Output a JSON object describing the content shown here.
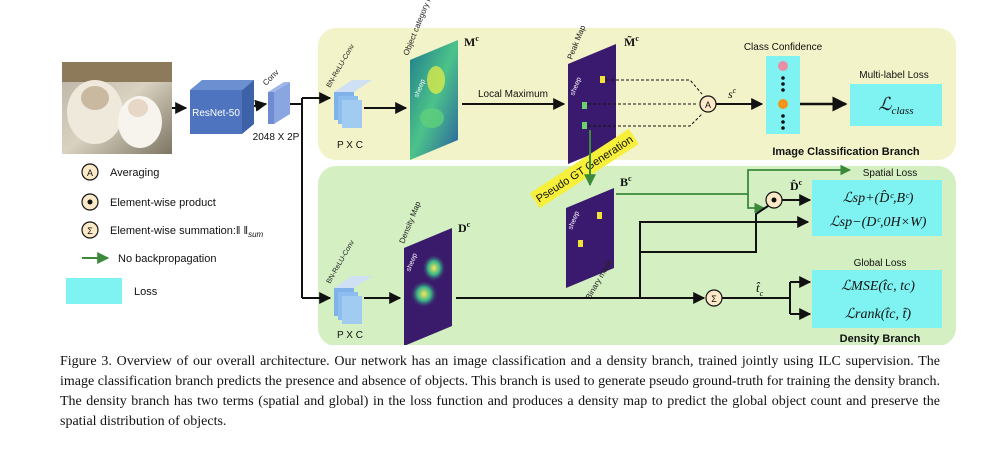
{
  "figure": {
    "branches": {
      "classification": "Image Classification Branch",
      "density": "Density Branch"
    },
    "backbone": {
      "name": "ResNet-50",
      "conv": "Conv",
      "dims": "2048 X 2P"
    },
    "blocks": {
      "bn_relu_conv_top": "BN-ReLU-Conv",
      "bn_relu_conv_bottom": "BN-ReLU-Conv",
      "pxc_top": "P X C",
      "pxc_bottom": "P X C"
    },
    "maps": {
      "object_category_map": "Object category map",
      "peak_map": "Peak Map",
      "density_map": "Density Map",
      "binary_mask": "Binary mask",
      "sheep": "sheep"
    },
    "symbols": {
      "M": "M",
      "M_sup": "c",
      "M_tilde": "M̃",
      "M_tilde_sup": "c",
      "s": "s",
      "s_sup": "c",
      "D": "D",
      "D_sup": "c",
      "B": "B",
      "B_sup": "c",
      "D_hat": "D̂",
      "D_hat_sup": "c",
      "t_hat": "t̂",
      "t_hat_sub": "c"
    },
    "labels": {
      "local_maximum": "Local Maximum",
      "class_confidence": "Class Confidence",
      "multi_label_loss": "Multi-label Loss",
      "l_class": "ℒ",
      "l_class_sub": "class",
      "pseudo_gt": "Pseudo GT Generation",
      "spatial_loss": "Spatial Loss",
      "l_sp_plus": "ℒsp+(D̂ᶜ,Bᶜ)",
      "l_sp_minus": "ℒsp−(Dᶜ,0H×W)",
      "global_loss": "Global Loss",
      "l_mse": "ℒMSE(t̂c, tc)",
      "l_rank": "ℒrank(t̂c, t̃)"
    },
    "legend": {
      "averaging": "Averaging",
      "product": "Element-wise product",
      "summation": "Element-wise summation:‖ ‖",
      "summation_sub": "sum",
      "no_backprop": "No backpropagation",
      "loss": "Loss",
      "symbol_a": "A",
      "symbol_sigma": "Σ"
    },
    "colors": {
      "classification_bg": "#f3f3c9",
      "density_bg": "#d4efc2",
      "loss_box": "#7ff2f2",
      "green_arrow": "#3a8a3a",
      "pseudo_gt_bg": "#f7f03a"
    }
  },
  "caption": "Figure 3. Overview of our overall architecture. Our network has an image classification and a density branch, trained jointly using ILC supervision. The image classification branch predicts the presence and absence of objects. This branch is used to generate pseudo ground-truth for training the density branch. The density branch has two terms (spatial and global) in the loss function and produces a density map to predict the global object count and preserve the spatial distribution of objects."
}
